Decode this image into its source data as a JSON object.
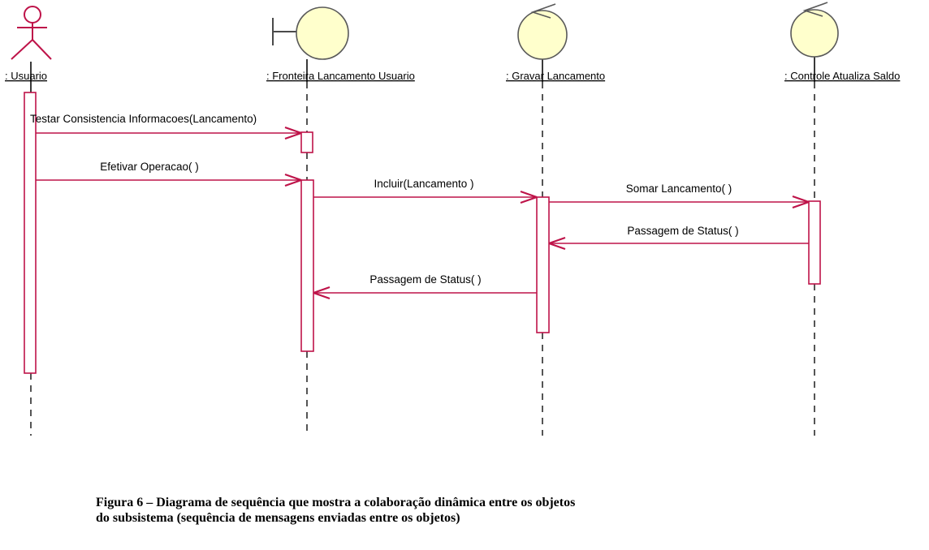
{
  "diagram_type": "uml-sequence-diagram",
  "colors": {
    "message": "#be1349",
    "activation_fill": "#ffffff",
    "head_fill": "#ffffcc",
    "head_border": "#595959",
    "lifeline_dash": "#555555",
    "text": "#000000",
    "background": "#ffffff"
  },
  "lifelines": [
    {
      "label": ": Usuario",
      "kind": "actor"
    },
    {
      "label": ": Fronteira Lancamento Usuario",
      "kind": "boundary"
    },
    {
      "label": ": Gravar Lancamento",
      "kind": "control"
    },
    {
      "label": ": Controle Atualiza Saldo",
      "kind": "control"
    }
  ],
  "messages": [
    {
      "label": "Testar Consistencia Informacoes(Lancamento)",
      "from": ": Usuario",
      "to": ": Fronteira Lancamento Usuario",
      "direction": "right"
    },
    {
      "label": "Efetivar Operacao( )",
      "from": ": Usuario",
      "to": ": Fronteira Lancamento Usuario",
      "direction": "right"
    },
    {
      "label": "Incluir(Lancamento )",
      "from": ": Fronteira Lancamento Usuario",
      "to": ": Gravar Lancamento",
      "direction": "right"
    },
    {
      "label": "Somar Lancamento( )",
      "from": ": Gravar Lancamento",
      "to": ": Controle Atualiza Saldo",
      "direction": "right"
    },
    {
      "label": "Passagem de Status( )",
      "from": ": Controle Atualiza Saldo",
      "to": ": Gravar Lancamento",
      "direction": "left"
    },
    {
      "label": "Passagem de Status( )",
      "from": ": Gravar Lancamento",
      "to": ": Fronteira Lancamento Usuario",
      "direction": "left"
    }
  ],
  "caption": {
    "line1": "Figura 6 – Diagrama de sequência que mostra a colaboração dinâmica entre os objetos",
    "line2": "do subsistema (sequência de mensagens enviadas entre os objetos)"
  }
}
